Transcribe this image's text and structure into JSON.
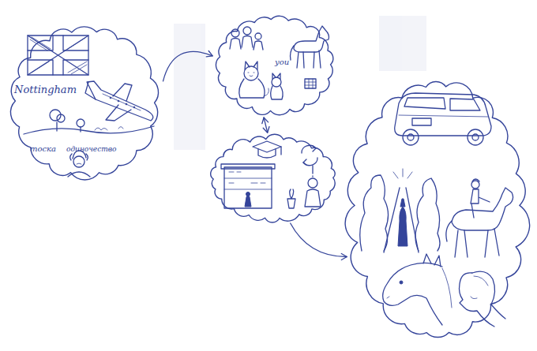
{
  "diagram": {
    "nodes": [
      {
        "text": [
          "Nottingham",
          "тоска",
          "одиночество"
        ]
      },
      {
        "text": [
          "you"
        ]
      },
      {
        "text": []
      },
      {
        "text": []
      }
    ],
    "edges": [
      {
        "from": 0,
        "to": 1,
        "arrow": "to"
      },
      {
        "from": 1,
        "to": 2,
        "arrow": "both"
      },
      {
        "from": 2,
        "to": 3,
        "arrow": "to"
      }
    ]
  }
}
